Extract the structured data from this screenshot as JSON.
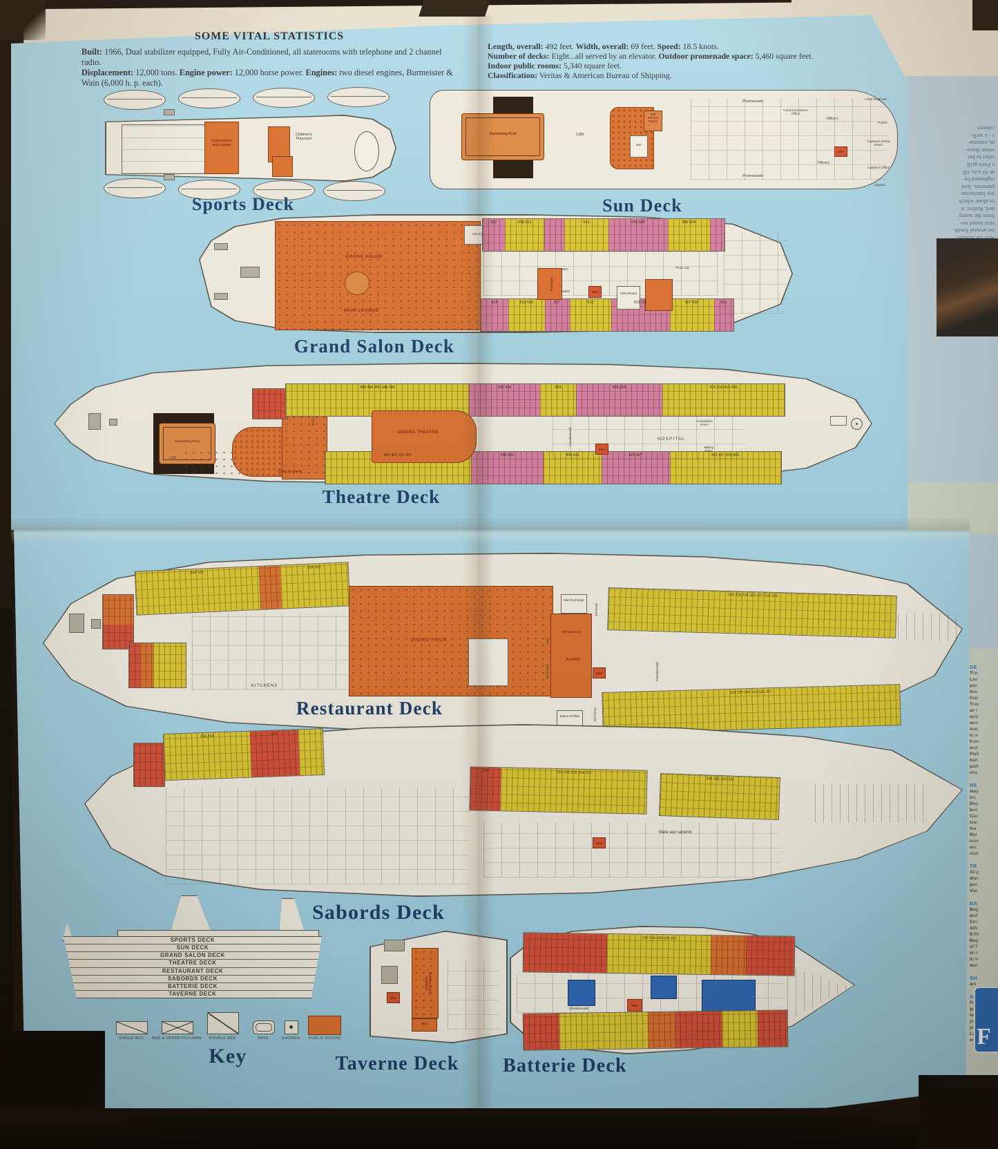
{
  "colors": {
    "yellow": "#dcc832",
    "pink": "#d87ea4",
    "red": "#d6503a",
    "blue": "#2f68b4",
    "orange": "#dc7130",
    "sheet_blue": "#a7d4e4",
    "hull_white": "#f2ede2",
    "title_navy": "#1d3e66",
    "pool_black": "#261a10"
  },
  "stats_left": {
    "title": "SOME VITAL STATISTICS",
    "lines": [
      [
        {
          "b": true,
          "t": "Built:"
        },
        {
          "t": " 1966, Dual stabilizer equipped, Fully Air-Conditioned, all staterooms with telephone and 2 channel radio."
        }
      ],
      [
        {
          "b": true,
          "t": "Displacement:"
        },
        {
          "t": " 12,000 tons. "
        },
        {
          "b": true,
          "t": "Engine power:"
        },
        {
          "t": " 12,000 horse power. "
        },
        {
          "b": true,
          "t": "Engines:"
        },
        {
          "t": " two diesel engines, Burmeister & Wain (6,000 h. p. each)."
        }
      ]
    ]
  },
  "stats_right": {
    "lines": [
      [
        {
          "b": true,
          "t": "Length, overall:"
        },
        {
          "t": " 492 feet. "
        },
        {
          "b": true,
          "t": "Width, overall:"
        },
        {
          "t": " 69 feet. "
        },
        {
          "b": true,
          "t": "Speed:"
        },
        {
          "t": " 18.5 knots."
        }
      ],
      [
        {
          "b": true,
          "t": "Number of decks:"
        },
        {
          "t": " Eight...all served by an elevator. "
        },
        {
          "b": true,
          "t": "Outdoor promenade space:"
        },
        {
          "t": " 5,460 square feet."
        }
      ],
      [
        {
          "b": true,
          "t": "Indoor public rooms:"
        },
        {
          "t": " 5,340 square feet."
        }
      ],
      [
        {
          "b": true,
          "t": "Classification:"
        },
        {
          "t": " Veritas & American Bureau of Shipping."
        }
      ]
    ]
  },
  "decks": {
    "sports": {
      "title": "Sports Deck",
      "rooms": {
        "gym": "Gymnasium and sauna",
        "playroom": "Children's Playroom"
      }
    },
    "sun": {
      "title": "Sun Deck",
      "rooms": {
        "pool": "Swimming Pool",
        "lido": "Lido",
        "pantry": "Self Service Pantry",
        "bar": "Bar",
        "promenade_top": "Promenade",
        "promenade_bottom": "Promenade",
        "comm": "Communications Office",
        "officers1": "Officers",
        "officers2": "Officers",
        "chief": "Chief Engineer",
        "purser": "Purser",
        "capt_dining": "Captain's Dining Room",
        "capt_office": "Captain's Office",
        "captain": "Captain",
        "elev": "Elev"
      }
    },
    "grand_salon": {
      "title": "Grand Salon Deck",
      "rooms": {
        "salon": "GRAND SALON",
        "lounge": "MAIN LOUNGE",
        "library": "Library",
        "boutique": "Boutique",
        "men": "Men",
        "ladies": "Ladies",
        "elev": "Elev",
        "switchboard": "Switchboard",
        "photo": "Photo Lab"
      },
      "bands": {
        "top": [
          {
            "c": "pink",
            "f": 0.9,
            "n": [
              "522"
            ]
          },
          {
            "c": "yellow",
            "f": 1.6,
            "n": [
              "518",
              "516"
            ]
          },
          {
            "c": "pink",
            "f": 0.8
          },
          {
            "c": "yellow",
            "f": 1.8,
            "n": [
              "514"
            ]
          },
          {
            "c": "pink",
            "f": 2.4,
            "n": [
              "510",
              "508"
            ]
          },
          {
            "c": "yellow",
            "f": 1.7,
            "n": [
              "506",
              "504"
            ]
          },
          {
            "c": "pink",
            "f": 0.6
          }
        ],
        "bottom": [
          {
            "c": "pink",
            "f": 1.0,
            "n": [
              "525"
            ]
          },
          {
            "c": "yellow",
            "f": 1.3,
            "n": [
              "523",
              "519"
            ]
          },
          {
            "c": "pink",
            "f": 0.9,
            "n": [
              "517"
            ]
          },
          {
            "c": "yellow",
            "f": 1.5,
            "n": [
              "515"
            ]
          },
          {
            "c": "pink",
            "f": 2.1,
            "n": [
              "513",
              "511"
            ]
          },
          {
            "c": "yellow",
            "f": 1.6,
            "n": [
              "507",
              "505"
            ]
          },
          {
            "c": "pink",
            "f": 0.7,
            "n": [
              "501"
            ]
          }
        ]
      }
    },
    "theatre": {
      "title": "Theatre Deck",
      "rooms": {
        "pool": "Swimming Pool",
        "lido": "Lido",
        "cafe": "Café de Paris",
        "physician": "Physician",
        "phys_office": "Physician's Office",
        "cinema": "CINEMA THEATRE",
        "hospital": "HOSPITAL",
        "consult": "Consultation Room",
        "waiting": "Waiting Room",
        "chambermaids": "Chambermaids",
        "elev": "Elev"
      },
      "bands": {
        "top": [
          {
            "c": "yellow",
            "f": 3.6,
            "n": [
              "458",
              "454",
              "450",
              "446",
              "444"
            ]
          },
          {
            "c": "pink",
            "f": 1.4,
            "n": [
              "440",
              "436"
            ]
          },
          {
            "c": "yellow",
            "f": 0.7,
            "n": [
              "434"
            ]
          },
          {
            "c": "pink",
            "f": 1.7,
            "n": [
              "428",
              "424"
            ]
          },
          {
            "c": "yellow",
            "f": 2.4,
            "n": [
              "418",
              "414",
              "412",
              "402"
            ]
          }
        ],
        "bottom": [
          {
            "c": "yellow",
            "f": 3.0,
            "n": [
              "459",
              "455",
              "451",
              "447"
            ]
          },
          {
            "c": "pink",
            "f": 1.5,
            "n": [
              "443",
              "439"
            ]
          },
          {
            "c": "yellow",
            "f": 1.2,
            "n": [
              "435",
              "431"
            ]
          },
          {
            "c": "pink",
            "f": 1.4,
            "n": [
              "429",
              "427"
            ]
          },
          {
            "c": "yellow",
            "f": 2.3,
            "n": [
              "421",
              "417",
              "415",
              "401"
            ]
          }
        ]
      }
    },
    "restaurant": {
      "title": "Restaurant Deck",
      "rooms": {
        "kitchens": "KITCHENS",
        "dining": "DINING ROOM",
        "mail": "Mail Exchange",
        "purser3": "3rd Purser",
        "rendezvous": "Rendezvous",
        "vault": "Vault",
        "agora": "AGORA",
        "information": "Information",
        "elev": "Elev",
        "chambermaids": "Chambermaids",
        "maitre": "Maitre d'Hôtel",
        "purser2": "2nd Purser"
      },
      "bands": {
        "top_left": [
          {
            "c": "yellow",
            "f": 2.0,
            "n": [
              "358",
              "356"
            ]
          },
          {
            "c": "orange",
            "f": 0.35
          },
          {
            "c": "yellow",
            "f": 1.1,
            "n": [
              "354",
              "352"
            ]
          }
        ],
        "bow_cluster": [
          {
            "c": "orange",
            "f": 1
          },
          {
            "c": "red",
            "f": 0.8
          }
        ],
        "left_lower": [
          {
            "c": "red",
            "f": 0.4
          },
          {
            "c": "orange",
            "f": 0.5
          },
          {
            "c": "yellow",
            "f": 1.2
          }
        ],
        "right_top": [
          {
            "c": "yellow",
            "f": 1,
            "n": [
              "330",
              "328",
              "326",
              "324",
              "322",
              "318",
              "316"
            ]
          }
        ],
        "right_bottom": [
          {
            "c": "yellow",
            "f": 1,
            "n": [
              "329",
              "327",
              "325",
              "323",
              "321",
              "317"
            ]
          }
        ]
      }
    },
    "sabords": {
      "title": "Sabords Deck",
      "rooms": {
        "mare": "Mare aux canards",
        "elev": "Elev"
      },
      "bands": {
        "left": [
          {
            "c": "yellow",
            "f": 1.8,
            "n": [
              "236",
              "234"
            ]
          },
          {
            "c": "red",
            "f": 1.0,
            "n": [
              "232"
            ]
          },
          {
            "c": "yellow",
            "f": 0.5
          }
        ],
        "far_left": [
          {
            "c": "red",
            "f": 1
          }
        ],
        "mid_a": [
          {
            "c": "red",
            "f": 0.5,
            "n": [
              "230"
            ]
          },
          {
            "c": "yellow",
            "f": 2.4,
            "n": [
              "222",
              "218",
              "216",
              "214",
              "212"
            ]
          }
        ],
        "mid_b": [
          {
            "c": "yellow",
            "f": 1,
            "n": [
              "208",
              "206",
              "204",
              "202"
            ]
          }
        ]
      }
    },
    "taverne": {
      "title": "Taverne Deck",
      "rooms": {
        "taverne": "TAVERNE, DISCOTHEQUE",
        "bar": "Bar",
        "elev": "Elev"
      }
    },
    "batterie": {
      "title": "Batterie Deck",
      "rooms": {
        "chambermaids": "Chambermaids",
        "elev": "Elev"
      },
      "bands": {
        "top": [
          {
            "c": "red",
            "f": 1.2
          },
          {
            "c": "yellow",
            "f": 1.5,
            "n": [
              "122",
              "120",
              "118",
              "116",
              "114"
            ]
          },
          {
            "c": "orange",
            "f": 0.5
          },
          {
            "c": "red",
            "f": 0.7
          }
        ],
        "bottom": [
          {
            "c": "red",
            "f": 0.6
          },
          {
            "c": "yellow",
            "f": 1.5
          },
          {
            "c": "orange",
            "f": 0.45
          },
          {
            "c": "red",
            "f": 0.8
          },
          {
            "c": "yellow",
            "f": 0.6
          },
          {
            "c": "red",
            "f": 0.5
          }
        ]
      }
    }
  },
  "profile": {
    "deck_list": [
      "SPORTS DECK",
      "SUN DECK",
      "GRAND SALON DECK",
      "THEATRE DECK",
      "RESTAURANT DECK",
      "SABORDS DECK",
      "BATTERIE DECK",
      "TAVERNE DECK"
    ]
  },
  "key": {
    "title": "Key",
    "items": [
      "SINGLE BED",
      "BED & UPPER PULLMAN",
      "DOUBLE BED",
      "BATH",
      "SHOWER",
      "PUBLIC ROOMS"
    ]
  },
  "side_column": {
    "mirrored_lines": [
      "Join the Renais-",
      "ise around South",
      "sion found no-",
      "from the sunny",
      "ned. Rather, it",
      "es alone which",
      "joy luncheons",
      "phments. And",
      "eightened by",
      "m 10 a.m. till",
      "e Paris grill",
      "ether in her",
      "verne disco-",
      "m, cinema-",
      "s - a well-",
      "cabaret"
    ],
    "sections": [
      {
        "heading": "DE",
        "lines": [
          "The",
          "Lau",
          "pas",
          "hou",
          "thar",
          "Trav",
          "air r",
          "avai",
          "also",
          "leas",
          "to a",
          "from",
          "and",
          "Park",
          "han",
          "park",
          "cha"
        ]
      },
      {
        "heading": "RE",
        "lines": [
          "may",
          "inc",
          "Dep",
          "boo",
          "Can",
          "late",
          "fee",
          "Rat",
          "com",
          "exc",
          "clud"
        ]
      },
      {
        "heading": "TR",
        "lines": [
          "All p",
          "dian",
          "pen",
          "Vac"
        ]
      },
      {
        "heading": "BA",
        "lines": [
          "Bag",
          "and",
          "tion"
        ]
      },
      {
        "heading": "",
        "lines": [
          "Adv",
          "6:00",
          "Bag",
          "of T",
          "on t",
          "to w",
          "mar"
        ]
      },
      {
        "heading": "SH",
        "lines": [
          "are"
        ]
      },
      {
        "heading": "SE",
        "lines": [
          "Per",
          "gar",
          "be a",
          "jew",
          "pun",
          "Lau",
          "on"
        ]
      }
    ],
    "logo_letter": "F"
  }
}
